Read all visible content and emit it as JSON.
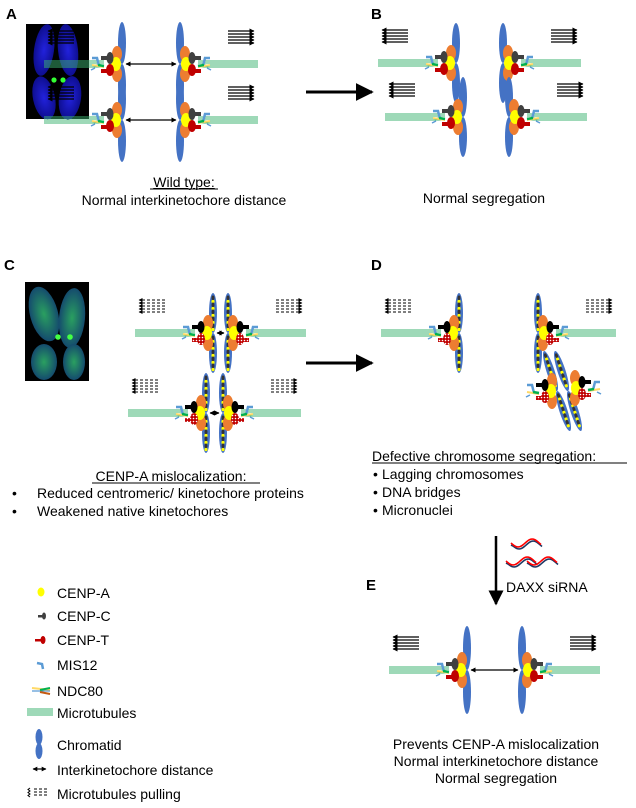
{
  "figure": {
    "panels": {
      "A": {
        "label": "A",
        "caption_title": "Wild type:",
        "caption_line": "Normal interkinetochore distance"
      },
      "B": {
        "label": "B",
        "caption": "Normal segregation"
      },
      "C": {
        "label": "C",
        "caption_title": "CENP-A mislocalization:",
        "bullets": [
          "Reduced centromeric/ kinetochore proteins",
          "Weakened native kinetochores"
        ]
      },
      "D": {
        "label": "D",
        "caption_title": "Defective chromosome segregation:",
        "bullets": [
          "Lagging chromosomes",
          "DNA bridges",
          "Micronuclei"
        ]
      },
      "E": {
        "label": "E",
        "treatment": "DAXX siRNA",
        "captions": [
          "Prevents CENP-A mislocalization",
          "Normal interkinetochore distance",
          "Normal segregation"
        ]
      }
    },
    "bullet_glyph": "•",
    "legend": [
      {
        "icon": "cenp-a-icon",
        "label": "CENP-A"
      },
      {
        "icon": "cenp-c-icon",
        "label": "CENP-C"
      },
      {
        "icon": "cenp-t-icon",
        "label": "CENP-T"
      },
      {
        "icon": "mis12-icon",
        "label": "MIS12"
      },
      {
        "icon": "ndc80-icon",
        "label": "NDC80"
      },
      {
        "icon": "microtubules-icon",
        "label": "Microtubules"
      },
      {
        "icon": "chromatid-icon",
        "label": "Chromatid"
      },
      {
        "icon": "interkinetochore-distance-icon",
        "label": "Interkinetochore distance"
      },
      {
        "icon": "microtubules-pulling-icon",
        "label": "Microtubules pulling"
      }
    ],
    "colors": {
      "cenp_a": "#ffff00",
      "cenp_c": "#404040",
      "cenp_c_mislocalized": "#000000",
      "cenp_t": "#c00000",
      "mis12": "#5b9bd5",
      "ndc80_yellow": "#ffd966",
      "ndc80_green": "#00b050",
      "ndc80_orange": "#c55a11",
      "microtubule": "#3cb371",
      "chromatid": "#4472c4",
      "kinetochore_orange": "#ed7d31",
      "dna_strand_red": "#ff0000",
      "dna_strand_navy": "#1f3864",
      "micrograph_bg": "#000000",
      "micrograph_dna": "#1a1acc",
      "micrograph_cenpa": "#22ee22"
    }
  }
}
